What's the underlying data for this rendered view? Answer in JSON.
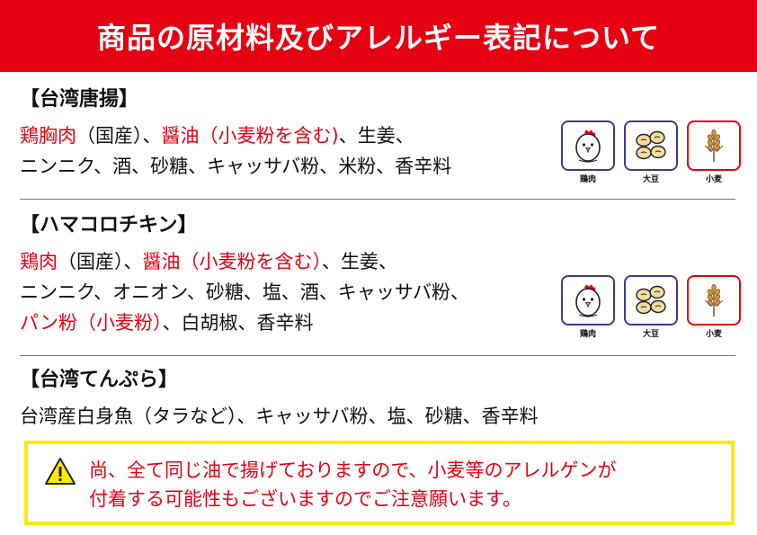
{
  "header": {
    "title": "商品の原材料及びアレルギー表記について"
  },
  "karaage": {
    "title": "【台湾唐揚】",
    "line1_red1": "鶏胸肉",
    "line1_black1": "（国産）、",
    "line1_red2": "醤油（小麦粉を含む)",
    "line1_black2": "、生姜、",
    "line2": "ニンニク、酒、砂糖、キャッサバ粉、米粉、香辛料",
    "icons": [
      {
        "name": "chicken-icon",
        "label": "鶏肉"
      },
      {
        "name": "soybean-icon",
        "label": "大豆"
      },
      {
        "name": "wheat-icon",
        "label": "小麦"
      }
    ]
  },
  "hamachicken": {
    "title": "【ハマコロチキン】",
    "line1_red1": "鶏肉",
    "line1_black1": "（国産）、",
    "line1_red2": "醤油（小麦粉を含む）",
    "line1_black2": "、生姜、",
    "line2": "ニンニク、オニオン、砂糖、塩、酒、キャッサバ粉、",
    "line3_red": "パン粉（小麦粉）",
    "line3_black": "、白胡椒、香辛料",
    "icons": [
      {
        "name": "chicken-icon",
        "label": "鶏肉"
      },
      {
        "name": "soybean-icon",
        "label": "大豆"
      },
      {
        "name": "wheat-icon",
        "label": "小麦"
      }
    ]
  },
  "tempura": {
    "title": "【台湾てんぷら】",
    "line1": "台湾産白身魚（タラなど）、キャッサバ粉、塩、砂糖、香辛料"
  },
  "notice": {
    "line1": "尚、全て同じ油で揚げておりますので、小麦等のアレルゲンが",
    "line2": "付着する可能性もございますのでご注意願います。",
    "icon": "warning-icon"
  },
  "colors": {
    "brand_red": "#e60012",
    "notice_border": "#ffea00",
    "icon_border": "#3d3c8f"
  }
}
